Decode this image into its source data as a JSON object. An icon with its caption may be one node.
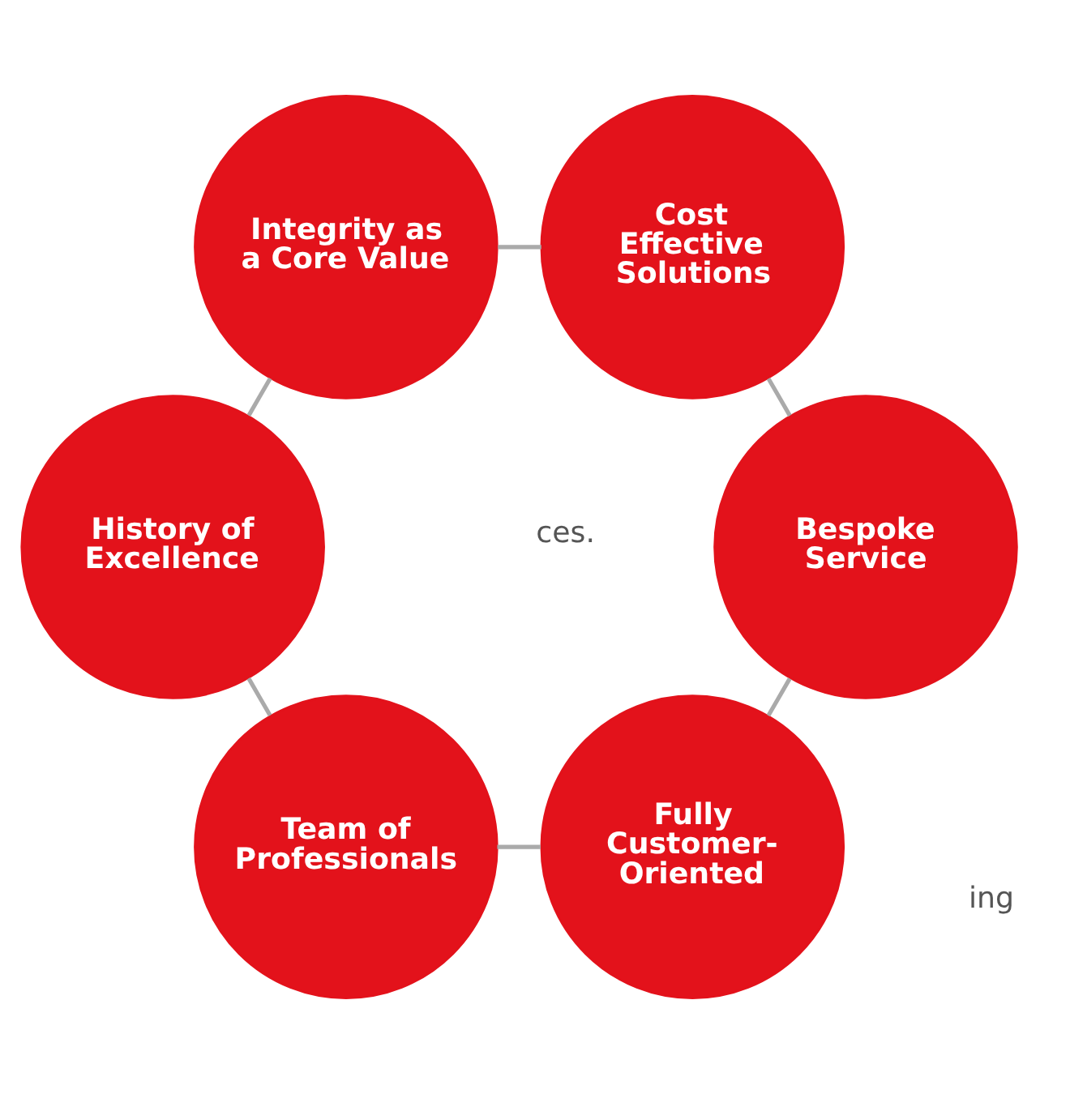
{
  "diagram": {
    "nodes": [
      {
        "text": [
          "Fully Customer-Oriented"
        ]
      },
      {
        "text": [
          "Team of Professionals"
        ]
      },
      {
        "text": [
          "History of Excellence"
        ]
      },
      {
        "text": [
          "Integrity as a Core Value"
        ]
      },
      {
        "text": [
          "Cost Effective Solutions"
        ]
      },
      {
        "text": [
          "Bespoke Service"
        ]
      }
    ],
    "edges": [
      {
        "from": 0,
        "to": 1,
        "arrow": "none"
      },
      {
        "from": 1,
        "to": 2,
        "arrow": "none"
      },
      {
        "from": 2,
        "to": 3,
        "arrow": "none"
      },
      {
        "from": 3,
        "to": 4,
        "arrow": "none"
      },
      {
        "from": 4,
        "to": 5,
        "arrow": "none"
      },
      {
        "from": 5,
        "to": 0,
        "arrow": "none"
      }
    ],
    "labels": [
      "ces.",
      "ing"
    ]
  }
}
